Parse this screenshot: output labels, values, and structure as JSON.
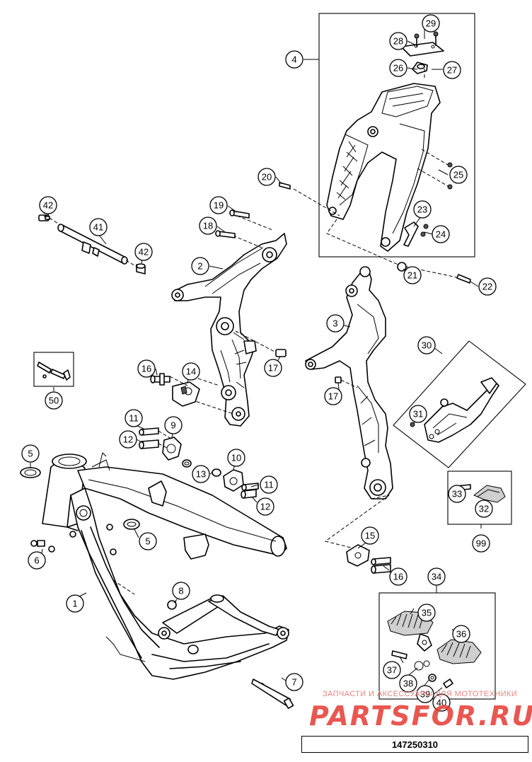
{
  "diagram": {
    "callouts": [
      "1",
      "2",
      "3",
      "4",
      "5",
      "5",
      "6",
      "7",
      "8",
      "9",
      "10",
      "11",
      "11",
      "12",
      "12",
      "13",
      "14",
      "15",
      "16",
      "16",
      "17",
      "17",
      "18",
      "19",
      "20",
      "21",
      "22",
      "23",
      "24",
      "25",
      "26",
      "27",
      "28",
      "29",
      "30",
      "31",
      "32",
      "33",
      "34",
      "35",
      "36",
      "37",
      "38",
      "39",
      "40",
      "41",
      "42",
      "42",
      "50",
      "99"
    ]
  },
  "watermark": {
    "caption": "ЗАПЧАСТИ И АКСЕССУАРЫ ДЛЯ МОТОТЕХНИКИ",
    "brand": "PARTSFOR.RU"
  },
  "footer": {
    "drawing_number": "147250310"
  }
}
